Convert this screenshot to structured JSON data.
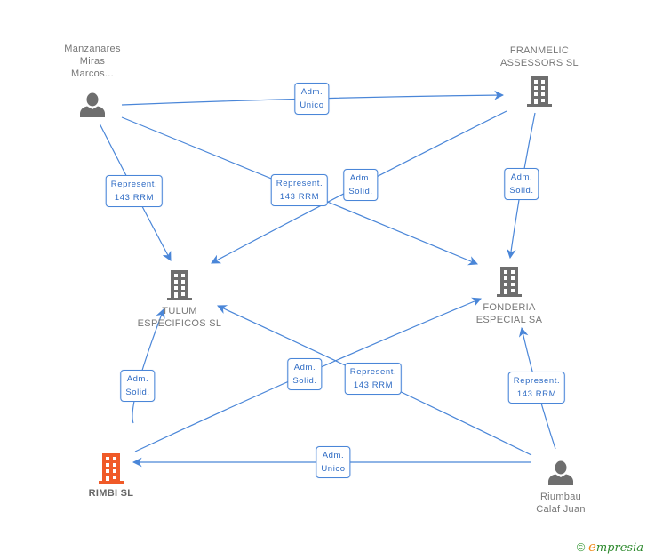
{
  "colors": {
    "edge": "#4a86d8",
    "edge_text": "#2e6bc4",
    "node_icon": "#6e6e6e",
    "main_node_icon": "#f05a28"
  },
  "nodes": [
    {
      "id": "manzanares",
      "type": "person",
      "label_lines": [
        "Manzanares",
        "Miras",
        "Marcos..."
      ],
      "main": false
    },
    {
      "id": "franmelic",
      "type": "company",
      "label_lines": [
        "FRANMELIC",
        "ASSESSORS SL"
      ],
      "main": false
    },
    {
      "id": "tulum",
      "type": "company",
      "label_lines": [
        "TULUM",
        "ESPECIFICOS SL"
      ],
      "main": false
    },
    {
      "id": "fonderia",
      "type": "company",
      "label_lines": [
        "FONDERIA",
        "ESPECIAL SA"
      ],
      "main": false
    },
    {
      "id": "rimbi",
      "type": "company",
      "label_lines": [
        "RIMBI SL"
      ],
      "main": true
    },
    {
      "id": "riumbau",
      "type": "person",
      "label_lines": [
        "Riumbau",
        "Calaf Juan"
      ],
      "main": false
    }
  ],
  "edges": [
    {
      "from": "manzanares",
      "to": "franmelic",
      "label_lines": [
        "Adm.",
        "Unico"
      ]
    },
    {
      "from": "manzanares",
      "to": "tulum",
      "label_lines": [
        "Represent.",
        "143 RRM"
      ]
    },
    {
      "from": "manzanares",
      "to": "fonderia",
      "label_lines": [
        "Represent.",
        "143 RRM"
      ]
    },
    {
      "from": "franmelic",
      "to": "tulum",
      "label_lines": [
        "Adm.",
        "Solid."
      ]
    },
    {
      "from": "franmelic",
      "to": "fonderia",
      "label_lines": [
        "Adm.",
        "Solid."
      ]
    },
    {
      "from": "rimbi",
      "to": "tulum",
      "label_lines": [
        "Adm.",
        "Solid."
      ]
    },
    {
      "from": "rimbi",
      "to": "fonderia",
      "label_lines": [
        "Adm.",
        "Solid."
      ]
    },
    {
      "from": "riumbau",
      "to": "tulum",
      "label_lines": [
        "Represent.",
        "143 RRM"
      ]
    },
    {
      "from": "riumbau",
      "to": "fonderia",
      "label_lines": [
        "Represent.",
        "143 RRM"
      ]
    },
    {
      "from": "riumbau",
      "to": "rimbi",
      "label_lines": [
        "Adm.",
        "Unico"
      ]
    }
  ],
  "footer": {
    "copyright_symbol": "©",
    "brand_initial": "e",
    "brand_rest": "mpresia"
  }
}
